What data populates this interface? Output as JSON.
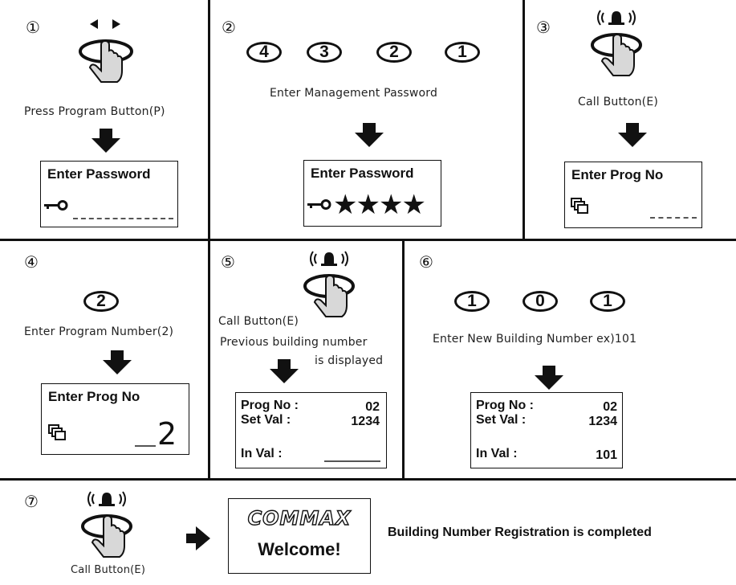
{
  "steps": {
    "s1": {
      "num": "①",
      "caption": "Press Program Button(P)",
      "lcd_title": "Enter Password",
      "icon": "key-icon"
    },
    "s2": {
      "num": "②",
      "digits": [
        "4",
        "3",
        "2",
        "1"
      ],
      "caption": "Enter Management Password",
      "lcd_title": "Enter Password",
      "masked": "★★★★",
      "icon": "key-icon"
    },
    "s3": {
      "num": "③",
      "caption": "Call Button(E)",
      "lcd_title": "Enter Prog  No",
      "icon": "copy-icon"
    },
    "s4": {
      "num": "④",
      "digit": "2",
      "caption": "Enter Program Number(2)",
      "lcd_title": "Enter Prog  No",
      "value": "2",
      "icon": "copy-icon"
    },
    "s5": {
      "num": "⑤",
      "caption": "Call Button(E)",
      "note_line1": "Previous building number",
      "note_line2": "is displayed",
      "lcd": {
        "prog_label": "Prog No :",
        "prog_value": "02",
        "set_label": "Set  Val  :",
        "set_value": "1234",
        "in_label": "In Val :",
        "in_value": ""
      }
    },
    "s6": {
      "num": "⑥",
      "digits": [
        "1",
        "0",
        "1"
      ],
      "caption": "Enter New Building Number ex)101",
      "lcd": {
        "prog_label": "Prog No :",
        "prog_value": "02",
        "set_label": "Set  Val  :",
        "set_value": "1234",
        "in_label": "In Val :",
        "in_value": "101"
      }
    },
    "s7": {
      "num": "⑦",
      "caption": "Call Button(E)",
      "brand": "COMMAX",
      "welcome": "Welcome!",
      "result": "Building Number Registration is completed"
    }
  },
  "colors": {
    "stroke": "#111111",
    "background": "#ffffff",
    "hand_fill": "#d8d8d8"
  }
}
